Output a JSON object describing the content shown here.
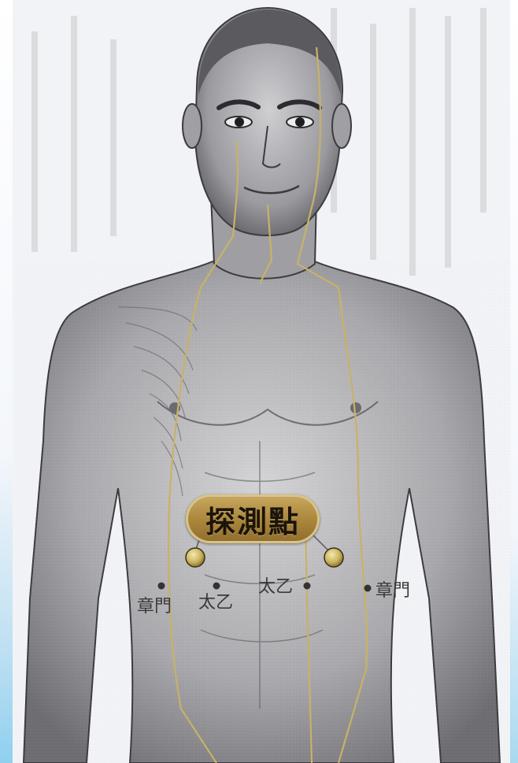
{
  "title": "探測點",
  "labels": {
    "zhangmen_left": "章門",
    "taiyi_left": "太乙",
    "taiyi_right": "太乙",
    "zhangmen_right": "章門"
  },
  "colors": {
    "meridian": "#c8b266",
    "badge": "#a9853b",
    "probe_point": "#c9b25a"
  }
}
